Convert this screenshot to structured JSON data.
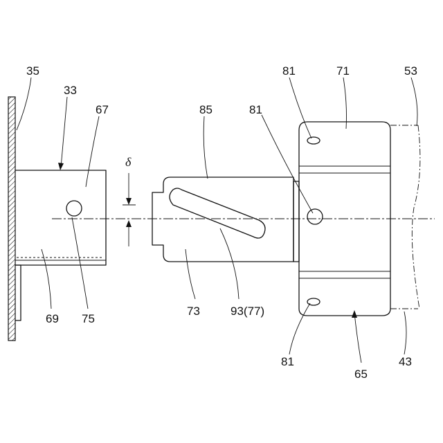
{
  "labels": {
    "ref_35": "35",
    "ref_33": "33",
    "ref_67": "67",
    "ref_85": "85",
    "ref_81_top": "81",
    "ref_71": "71",
    "ref_53": "53",
    "ref_81_mid": "81",
    "ref_delta": "δ",
    "ref_69": "69",
    "ref_75": "75",
    "ref_73": "73",
    "ref_93_77": "93(77)",
    "ref_81_bottom": "81",
    "ref_65": "65",
    "ref_43": "43"
  },
  "style": {
    "line_color": "#111111",
    "hatch_color": "#111111",
    "background": "#ffffff"
  }
}
